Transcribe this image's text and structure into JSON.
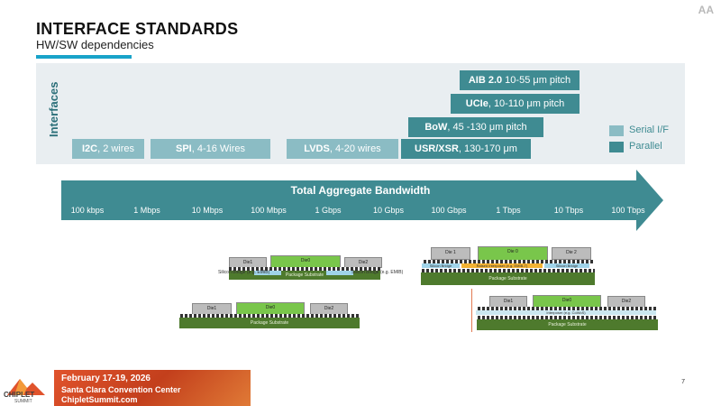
{
  "header": {
    "title": "INTERFACE STANDARDS",
    "subtitle": "HW/SW dependencies",
    "logo_text": "AA"
  },
  "interfaces_panel": {
    "axis_label": "Interfaces",
    "items": [
      {
        "name": "AIB 2.0",
        "detail": " 10-55 μm pitch",
        "kind": "parallel"
      },
      {
        "name": "UCIe",
        "detail": ", 10-110 μm pitch",
        "kind": "parallel"
      },
      {
        "name": "BoW",
        "detail": ", 45 -130 μm pitch",
        "kind": "parallel"
      },
      {
        "name": "USR/XSR",
        "detail": ", 130-170 μm",
        "kind": "parallel"
      },
      {
        "name": "I2C",
        "detail": ", 2 wires",
        "kind": "serial"
      },
      {
        "name": "SPI",
        "detail": ", 4-16 Wires",
        "kind": "serial"
      },
      {
        "name": "LVDS",
        "detail": ", 4-20 wires",
        "kind": "serial"
      }
    ],
    "legend": [
      {
        "label": "Serial I/F",
        "color": "#8bbcc4"
      },
      {
        "label": "Parallel",
        "color": "#3f8b92"
      }
    ]
  },
  "bandwidth_arrow": {
    "title": "Total Aggregate Bandwidth",
    "ticks": [
      "100 kbps",
      "1 Mbps",
      "10 Mbps",
      "100 Mbps",
      "1 Gbps",
      "10 Gbps",
      "100 Gbps",
      "1 Tbps",
      "10 Tbps",
      "100 Tbps"
    ],
    "color": "#3f8b92"
  },
  "packages": {
    "pkg_a": {
      "dies": [
        "Die1",
        "Die0",
        "Die2"
      ],
      "substrate": "Package Substrate",
      "note_left": "Silicon Bridge (e.g. EMIB)",
      "note_right": "Silicon Bridge (e.g. EMIB)"
    },
    "pkg_b": {
      "dies": [
        "Die 1",
        "Die 0",
        "Die 2"
      ],
      "substrate": "Package Substrate",
      "bridge_labels": [
        "Silicon Bridge",
        "Raised Interposer (e.g. EMIB-T)",
        "Silicon Bridge"
      ]
    },
    "pkg_c": {
      "dies": [
        "Die1",
        "Die0",
        "Die2"
      ],
      "substrate": "Package Substrate"
    },
    "pkg_d": {
      "dies": [
        "Die1",
        "Die0",
        "Die2"
      ],
      "substrate": "Package Substrate",
      "interposer": "Interposer (e.g. CoWoS)"
    }
  },
  "footer": {
    "date": "February 17-19, 2026",
    "venue": "Santa Clara Convention Center",
    "url": "ChipletSummit.com",
    "brand": "CHIPLET",
    "brand_sub": "SUMMIT"
  },
  "page_number": "7"
}
